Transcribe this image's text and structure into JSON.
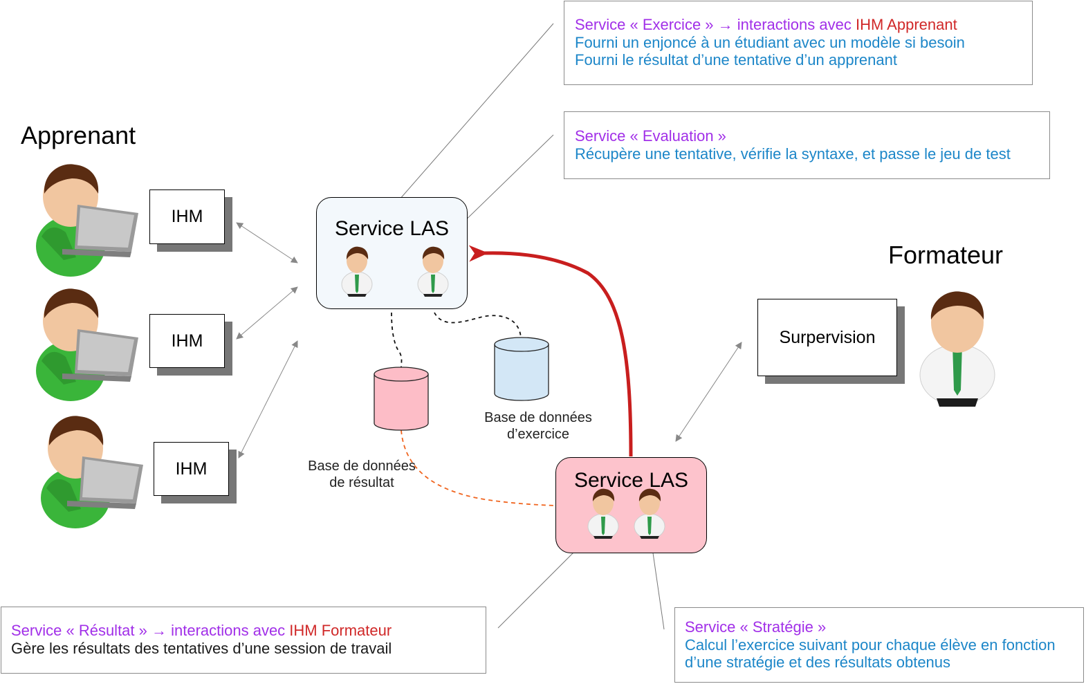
{
  "apprenant": {
    "title": "Apprenant",
    "ihm_labels": [
      "IHM",
      "IHM",
      "IHM"
    ]
  },
  "formateur": {
    "title": "Formateur",
    "supervision_label": "Surpervision"
  },
  "service_las_top": {
    "title": "Service LAS"
  },
  "service_las_bottom": {
    "title": "Service LAS"
  },
  "databases": {
    "exercice": {
      "label_line1": "Base de données",
      "label_line2": "d’exercice"
    },
    "resultat": {
      "label_line1": "Base de données",
      "label_line2": "de résultat"
    }
  },
  "notes": {
    "exercice": {
      "service": "Service « Exercice » → interactions avec ",
      "ihm": "IHM Apprenant",
      "line2": "Fourni un enjoncé à un étudiant avec un modèle si besoin",
      "line3": "Fourni le résultat d’une tentative d’un apprenant"
    },
    "evaluation": {
      "service": "Service « Evaluation »",
      "line2": "Récupère une tentative, vérifie la syntaxe, et passe le jeu de test"
    },
    "resultat": {
      "service": "Service « Résultat »  → interactions avec ",
      "ihm": "IHM Formateur",
      "line2": "Gère les résultats des tentatives d’une session de travail"
    },
    "strategie": {
      "service": "Service « Stratégie »",
      "line2": "Calcul l’exercice suivant pour chaque élève en fonction",
      "line3": "d’une stratégie et des résultats obtenus"
    }
  },
  "colors": {
    "service_name": "#a12fe8",
    "ihm_name": "#d02828",
    "description": "#1c86c8",
    "learner_shirt": "#3ab53a",
    "las_top_fill": "#f3f8fc",
    "las_bottom_fill": "#fdc3cc",
    "db_exercice_fill": "#d3e7f6",
    "db_resultat_fill": "#fdbdc7",
    "main_arrow": "#c81e1e",
    "dotted_orange": "#f0641e"
  }
}
